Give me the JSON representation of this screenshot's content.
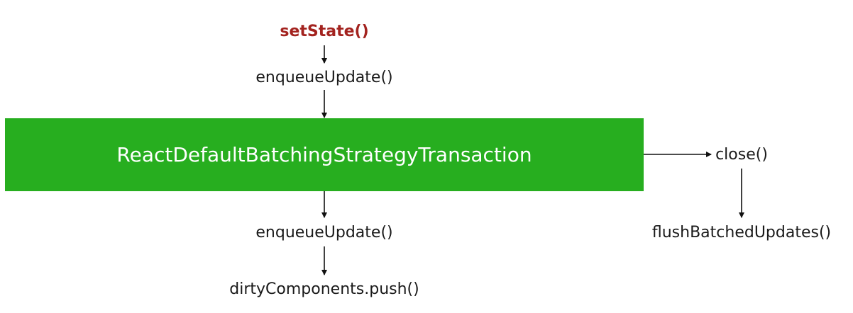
{
  "colors": {
    "box_fill": "#27ae1f",
    "highlight_text": "#a3231f",
    "text": "#1a1a1a",
    "arrow": "#111111"
  },
  "nodes": {
    "set_state": "setState()",
    "enqueue_update_top": "enqueueUpdate()",
    "transaction": "ReactDefaultBatchingStrategyTransaction",
    "close": "close()",
    "enqueue_update_bottom": "enqueueUpdate()",
    "flush_batched_updates": "flushBatchedUpdates()",
    "dirty_components_push": "dirtyComponents.push()"
  }
}
